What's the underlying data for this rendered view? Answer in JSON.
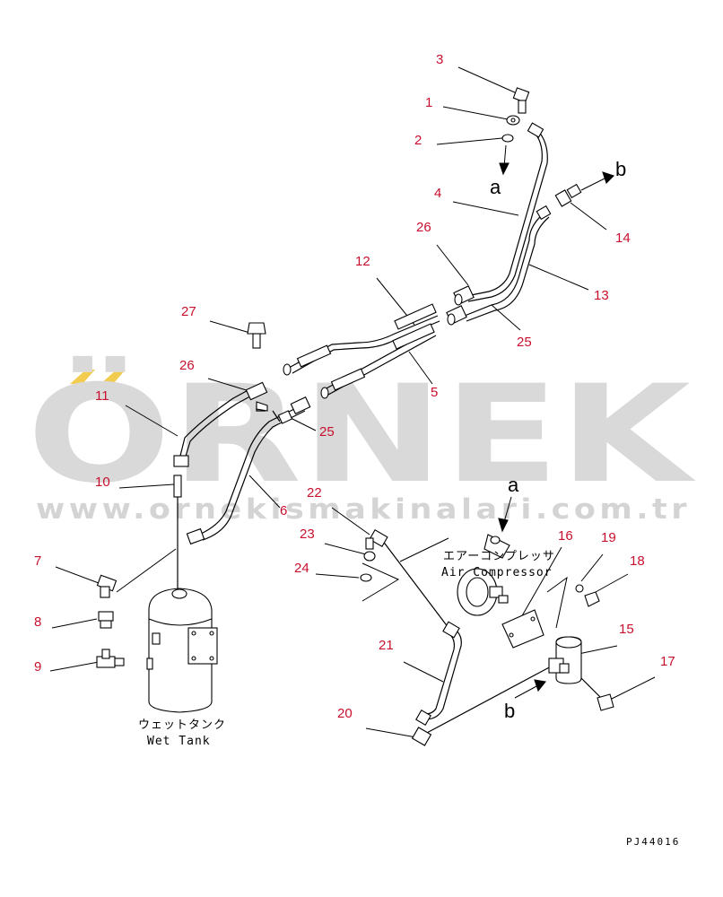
{
  "watermark": {
    "brand": "ÖRNEK",
    "url": "www.ornekismakinalari.com.tr",
    "accent_color": "#f2cc4f",
    "text_color": "#d9d9d9"
  },
  "callouts": {
    "c1": "1",
    "c2": "2",
    "c3": "3",
    "c4": "4",
    "c5": "5",
    "c6": "6",
    "c7": "7",
    "c8": "8",
    "c9": "9",
    "c10": "10",
    "c11": "11",
    "c12": "12",
    "c13": "13",
    "c14": "14",
    "c15": "15",
    "c16": "16",
    "c17": "17",
    "c18": "18",
    "c19": "19",
    "c20": "20",
    "c21": "21",
    "c22": "22",
    "c23": "23",
    "c24": "24",
    "c25a": "25",
    "c25b": "25",
    "c26a": "26",
    "c26b": "26",
    "c27": "27"
  },
  "callout_color": "#c8102e",
  "direction_labels": {
    "a_top": "a",
    "b_top": "b",
    "a_bottom": "a",
    "b_bottom": "b"
  },
  "components": {
    "compressor_jp": "エアーコンプレッサ",
    "compressor_en": "Air Compressor",
    "tank_jp": "ウェットタンク",
    "tank_en": "Wet Tank"
  },
  "drawing_code": "PJ44016"
}
